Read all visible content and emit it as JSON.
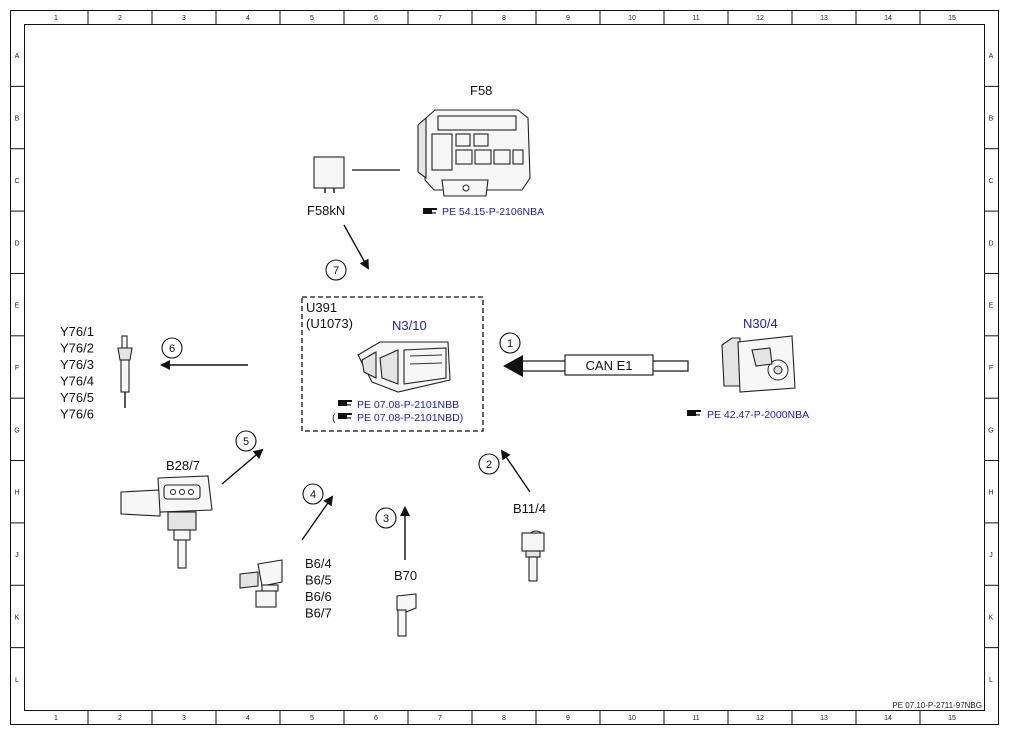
{
  "grid": {
    "columns": [
      "1",
      "2",
      "3",
      "4",
      "5",
      "6",
      "7",
      "8",
      "9",
      "10",
      "11",
      "12",
      "13",
      "14",
      "15"
    ],
    "rows": [
      "A",
      "B",
      "C",
      "D",
      "E",
      "F",
      "G",
      "H",
      "J",
      "K",
      "L"
    ]
  },
  "components": {
    "f58": {
      "label": "F58",
      "ref": "PE 54.15-P-2106NBA"
    },
    "f58kn": {
      "label": "F58kN"
    },
    "ecu": {
      "label_line1": "U391",
      "label_line2": "(U1073)",
      "code": "N3/10",
      "ref1": "PE 07.08-P-2101NBB",
      "ref2_open": "(",
      "ref2": "PE 07.08-P-2101NBD)"
    },
    "n30_4": {
      "label": "N30/4",
      "ref": "PE 42.47-P-2000NBA"
    },
    "can": {
      "label": "CAN E1"
    },
    "y76": {
      "labels": [
        "Y76/1",
        "Y76/2",
        "Y76/3",
        "Y76/4",
        "Y76/5",
        "Y76/6"
      ]
    },
    "b28_7": {
      "label": "B28/7"
    },
    "b6": {
      "labels": [
        "B6/4",
        "B6/5",
        "B6/6",
        "B6/7"
      ]
    },
    "b70": {
      "label": "B70"
    },
    "b11_4": {
      "label": "B11/4"
    }
  },
  "arrows": {
    "numbers": [
      "1",
      "2",
      "3",
      "4",
      "5",
      "6",
      "7"
    ]
  },
  "footer": {
    "doc_ref": "PE 07.10-P-2711-97NBG"
  },
  "colors": {
    "link_blue": "#1a1acc",
    "line": "#111111"
  }
}
